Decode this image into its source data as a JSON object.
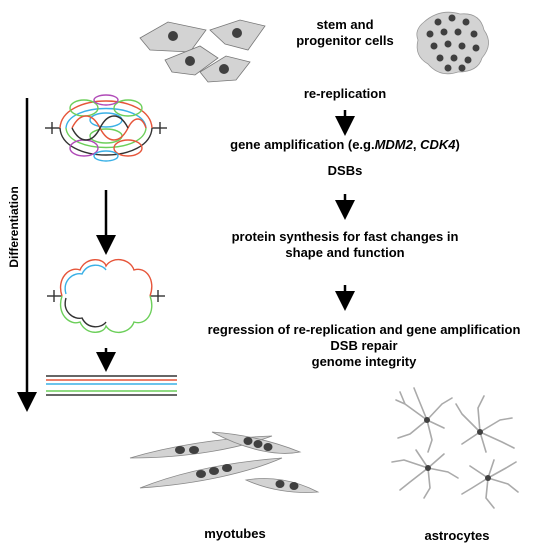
{
  "steps": {
    "stem_line1": "stem and",
    "stem_line2": "progenitor cells",
    "re_replication": "re-replication",
    "gene_amp_prefix": "gene amplification (e.g.",
    "gene_amp_gene1": "MDM2",
    "gene_amp_sep": ", ",
    "gene_amp_gene2": "CDK4",
    "gene_amp_suffix": ")",
    "dsbs": "DSBs",
    "protein_line1": "protein synthesis for fast changes in",
    "protein_line2": "shape and function",
    "regression_line1": "regression of re-replication and gene amplification",
    "regression_line2": "DSB repair",
    "regression_line3": "genome integrity"
  },
  "side_label": "Differentiation",
  "outcomes": {
    "myotubes": "myotubes",
    "astrocytes": "astrocytes"
  },
  "colors": {
    "cell_fill": "#d3d3d3",
    "nucleus": "#404040",
    "dna_colors": [
      "#e6553a",
      "#3ab0e6",
      "#6ccf5a",
      "#b04ab8",
      "#333333"
    ]
  }
}
